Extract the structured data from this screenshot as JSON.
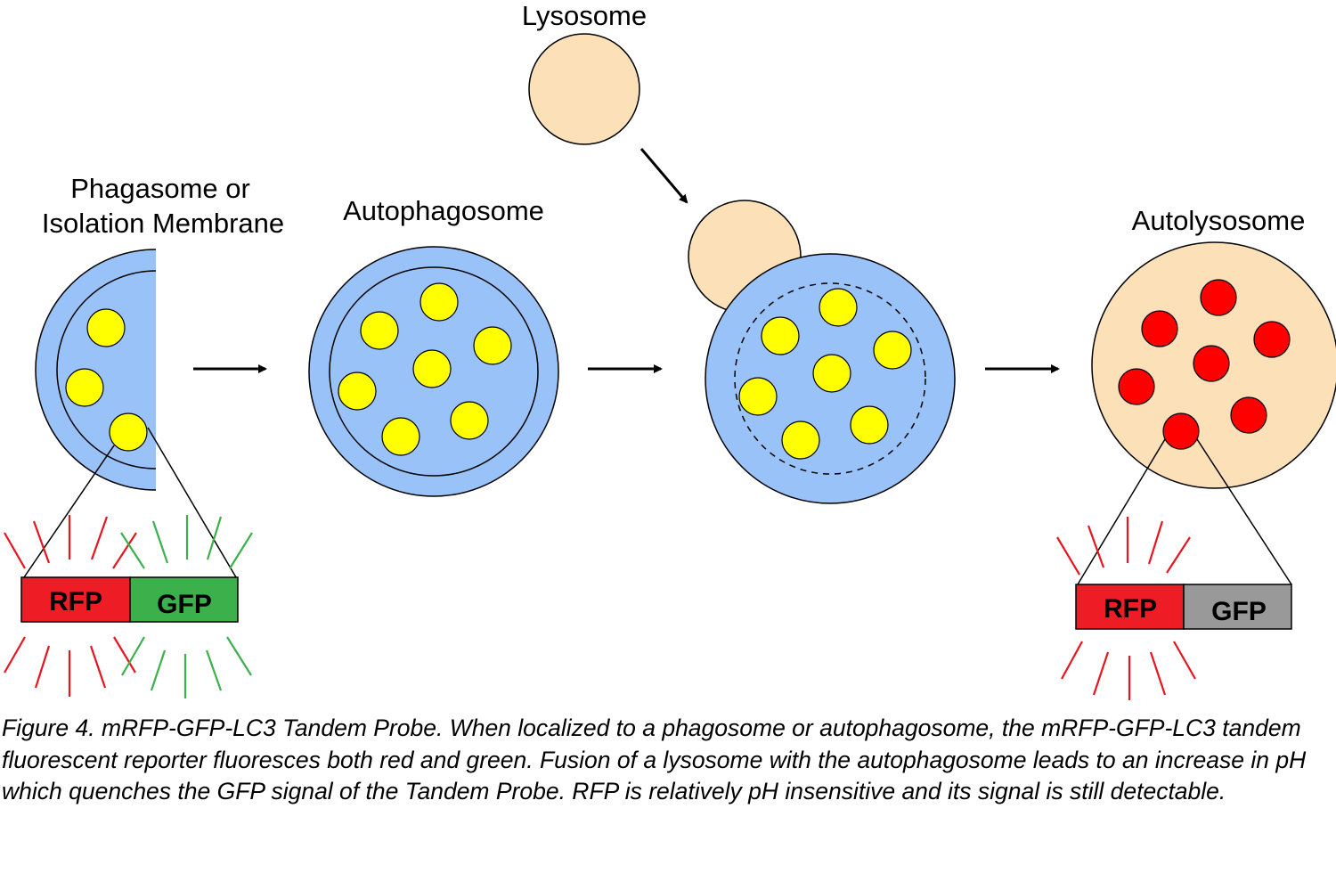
{
  "labels": {
    "lysosome": "Lysosome",
    "phagosome_line1": "Phagasome or",
    "phagosome_line2": "Isolation Membrane",
    "autophagosome": "Autophagosome",
    "autolysosome": "Autolysosome"
  },
  "probe_left": {
    "rfp": "RFP",
    "gfp": "GFP"
  },
  "probe_right": {
    "rfp": "RFP",
    "gfp": "GFP"
  },
  "caption": "Figure 4. mRFP-GFP-LC3 Tandem Probe. When localized to a phagosome or autophagosome, the mRFP-GFP-LC3 tandem fluorescent reporter fluoresces both red and green. Fusion of a lysosome with the autophagosome leads to an increase in pH which quenches the GFP signal of the Tandem Probe. RFP is relatively pH insensitive and its signal is still detectable.",
  "colors": {
    "membrane_blue": "#99c2f8",
    "lysosome_peach": "#fce0b8",
    "cargo_yellow": "#ffff00",
    "cargo_red": "#ff0000",
    "rfp_box": "#ee1c24",
    "gfp_box": "#3cb04a",
    "gfp_quenched": "#999999",
    "ray_red": "#e8141e",
    "ray_green": "#3cb04a"
  }
}
